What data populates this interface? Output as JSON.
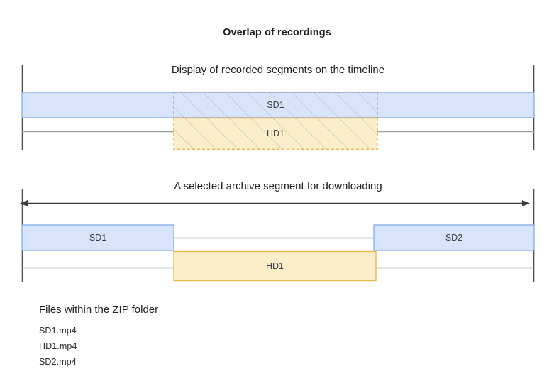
{
  "page": {
    "title": "Overlap of recordings",
    "background": "#ffffff"
  },
  "diagram_one": {
    "caption": "Display of recorded segments on the timeline",
    "segments": [
      {
        "id": "sd1",
        "label": "SD1",
        "track": "sd",
        "style": "full-width-blue-bar"
      },
      {
        "id": "hd1",
        "label": "HD1",
        "track": "hd",
        "style": "hatched-yellow-box"
      }
    ],
    "overlap_note": "hatched region marks the overlapping interval"
  },
  "diagram_two": {
    "caption": "A selected archive segment for downloading",
    "arrow": "double-headed-horizontal-arrow",
    "segments": [
      {
        "id": "sd1",
        "label": "SD1",
        "track": "sd"
      },
      {
        "id": "sd2",
        "label": "SD2",
        "track": "sd"
      },
      {
        "id": "hd1",
        "label": "HD1",
        "track": "hd"
      }
    ]
  },
  "files_panel": {
    "heading": "Files within the ZIP folder",
    "items": [
      {
        "name": "SD1.mp4"
      },
      {
        "name": "HD1.mp4"
      },
      {
        "name": "SD2.mp4"
      }
    ]
  },
  "colors": {
    "blue_fill": "#d7e4f9",
    "blue_stroke": "#8ab0e8",
    "yellow_fill": "#fdeecb",
    "yellow_stroke": "#e8b84b",
    "axis": "#4d4d4d",
    "track_line": "#9e9e9e",
    "hatch": "#b6b6b6",
    "text": "#202124"
  }
}
